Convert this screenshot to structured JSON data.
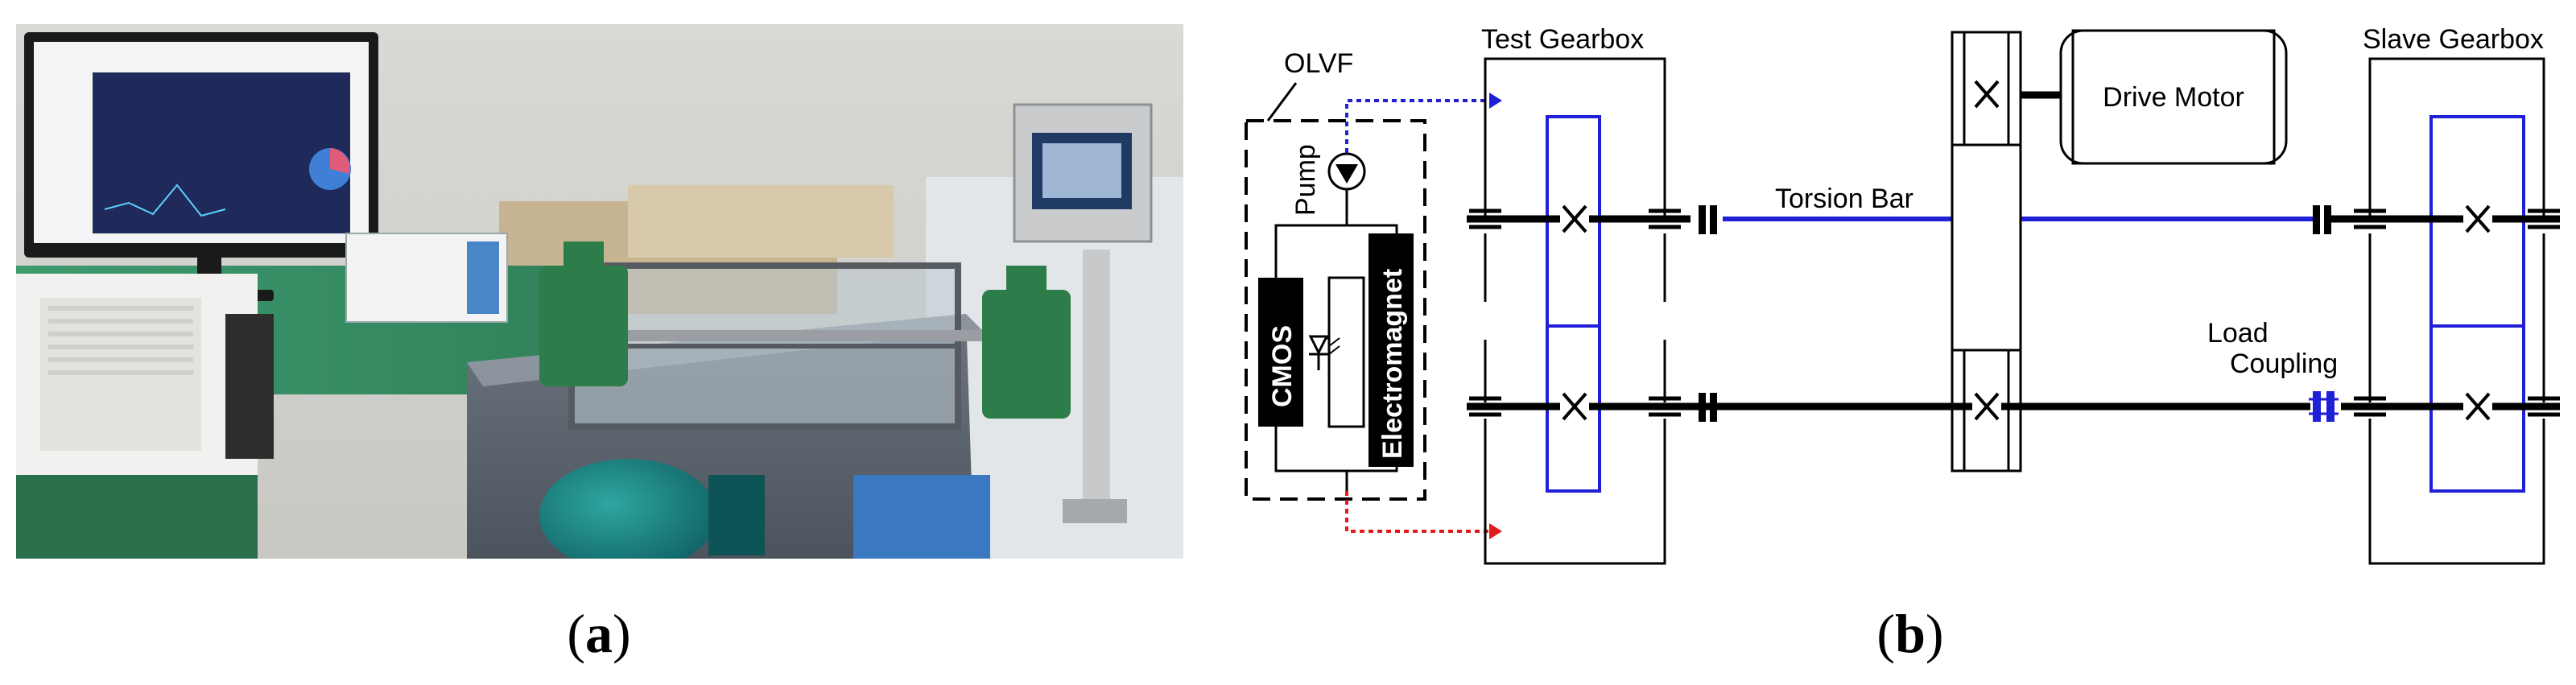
{
  "panel_a": {
    "caption_open": "(",
    "caption_letter": "a",
    "caption_close": ")"
  },
  "panel_b": {
    "caption_open": "(",
    "caption_letter": "b",
    "caption_close": ")",
    "labels": {
      "olvf": "OLVF",
      "pump": "Pump",
      "cmos": "CMOS",
      "electromagnet": "Electromagnet",
      "test_gearbox": "Test Gearbox",
      "torsion_bar": "Torsion Bar",
      "drive_motor": "Drive Motor",
      "slave_gearbox": "Slave Gearbox",
      "load_coupling_line1": "Load",
      "load_coupling_line2": "Coupling"
    }
  },
  "colors": {
    "shaft": "#000000",
    "gear_outline": "#1f1fd6",
    "torsion_bar": "#1f1fd6",
    "return_line": "#1f1fd6",
    "supply_line": "#e01b1b",
    "load_coupling": "#1f1fd6"
  }
}
